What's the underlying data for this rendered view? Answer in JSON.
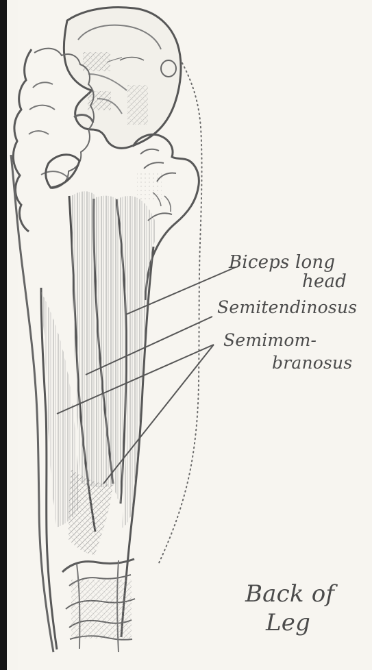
{
  "diagram": {
    "labels": {
      "biceps_long": "Biceps long",
      "biceps_head": "head",
      "semitendinosus": "Semitendinosus",
      "semimembranosus_line1": "Semimom-",
      "semimembranosus_line2": "branosus",
      "back_of": "Back of",
      "leg": "Leg"
    }
  }
}
